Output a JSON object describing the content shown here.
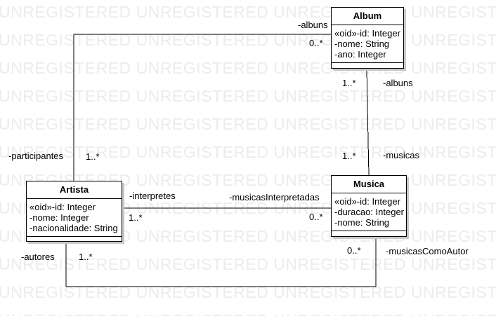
{
  "watermark": {
    "text": "UNREGISTERED UNREGISTERED UNREGISTERED UNREGISTERED UNREGISTERED",
    "rows": 12
  },
  "classes": {
    "album": {
      "name": "Album",
      "attributes": [
        "«oid»-id: Integer",
        "-nome: String",
        "-ano: Integer"
      ]
    },
    "artista": {
      "name": "Artista",
      "attributes": [
        "«oid»-id: Integer",
        "-nome: Integer",
        "-nacionalidade: String"
      ]
    },
    "musica": {
      "name": "Musica",
      "attributes": [
        "«oid»-id: Integer",
        "-duracao: Integer",
        "-nome: String"
      ]
    }
  },
  "associations": {
    "artista_album": {
      "role_at_album": "-albuns",
      "mult_at_album": "0..*",
      "role_at_artista": "-participantes",
      "mult_at_artista": "1..*"
    },
    "album_musica": {
      "role_at_album": "-albuns",
      "mult_at_album": "1..*",
      "role_at_musica": "-musicas",
      "mult_at_musica": "1..*"
    },
    "artista_musica_interpretes": {
      "role_at_artista": "-interpretes",
      "mult_at_artista": "1..*",
      "role_at_musica": "-musicasInterpretadas",
      "mult_at_musica": "0..*"
    },
    "artista_musica_autores": {
      "role_at_artista": "-autores",
      "mult_at_artista": "1..*",
      "role_at_musica": "-musicasComoAutor",
      "mult_at_musica": "0..*"
    }
  }
}
